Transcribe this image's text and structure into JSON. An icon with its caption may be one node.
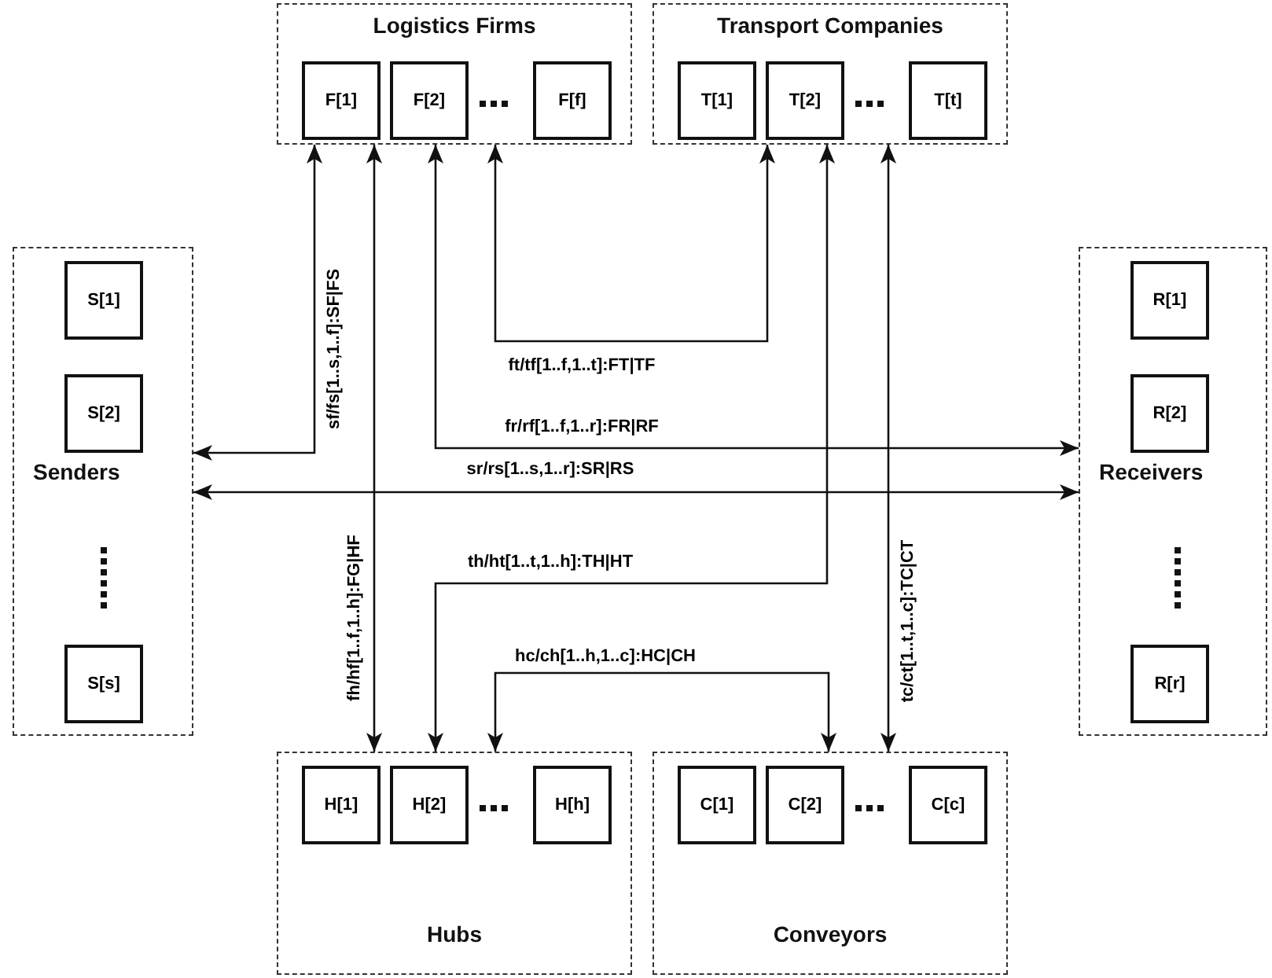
{
  "diagram": {
    "nodes": [
      {
        "text": [
          "Logistics Firms"
        ]
      },
      {
        "text": [
          "F[1]"
        ],
        "in": 0
      },
      {
        "text": [
          "F[2]"
        ],
        "in": 0
      },
      {
        "text": [
          "F[f]"
        ],
        "in": 0
      },
      {
        "text": [
          "Transport Companies"
        ]
      },
      {
        "text": [
          "T[1]"
        ],
        "in": 4
      },
      {
        "text": [
          "T[2]"
        ],
        "in": 4
      },
      {
        "text": [
          "T[t]"
        ],
        "in": 4
      },
      {
        "text": [
          "Senders"
        ]
      },
      {
        "text": [
          "S[1]"
        ],
        "in": 8
      },
      {
        "text": [
          "S[2]"
        ],
        "in": 8
      },
      {
        "text": [
          "S[s]"
        ],
        "in": 8
      },
      {
        "text": [
          "Receivers"
        ]
      },
      {
        "text": [
          "R[1]"
        ],
        "in": 12
      },
      {
        "text": [
          "R[2]"
        ],
        "in": 12
      },
      {
        "text": [
          "R[r]"
        ],
        "in": 12
      },
      {
        "text": [
          "Hubs"
        ]
      },
      {
        "text": [
          "H[1]"
        ],
        "in": 16
      },
      {
        "text": [
          "H[2]"
        ],
        "in": 16
      },
      {
        "text": [
          "H[h]"
        ],
        "in": 16
      },
      {
        "text": [
          "Conveyors"
        ]
      },
      {
        "text": [
          "C[1]"
        ],
        "in": 20
      },
      {
        "text": [
          "C[2]"
        ],
        "in": 20
      },
      {
        "text": [
          "C[c]"
        ],
        "in": 20
      }
    ],
    "edges": [
      {
        "from": 8,
        "to": 0,
        "arrow": "both",
        "label": "sf/fs[1..s,1..f]:SF|FS"
      },
      {
        "from": 0,
        "to": 4,
        "arrow": "both",
        "label": "ft/tf[1..f,1..t]:FT|TF"
      },
      {
        "from": 0,
        "to": 12,
        "arrow": "both",
        "label": "fr/rf[1..f,1..r]:FR|RF"
      },
      {
        "from": 0,
        "to": 16,
        "arrow": "both",
        "label": "fh/hf[1..f,1..h]:FG|HF"
      },
      {
        "from": 8,
        "to": 12,
        "arrow": "both",
        "label": "sr/rs[1..s,1..r]:SR|RS"
      },
      {
        "from": 4,
        "to": 16,
        "arrow": "both",
        "label": "th/ht[1..t,1..h]:TH|HT"
      },
      {
        "from": 4,
        "to": 20,
        "arrow": "both",
        "label": "tc/ct[1..t,1..c]:TC|CT"
      },
      {
        "from": 16,
        "to": 20,
        "arrow": "both",
        "label": "hc/ch[1..h,1..c]:HC|CH"
      }
    ]
  }
}
